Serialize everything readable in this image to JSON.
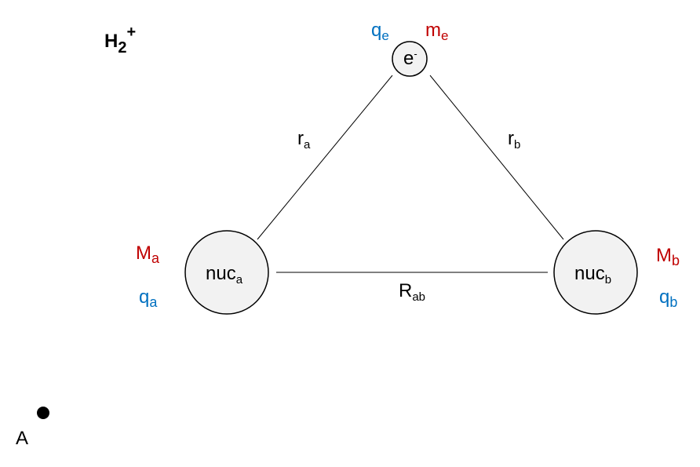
{
  "title": {
    "main": "H",
    "sub": "2",
    "sup": "+"
  },
  "colors": {
    "mass": "#c00000",
    "charge": "#0070c0",
    "text": "#000000",
    "node_fill": "#f2f2f2"
  },
  "electron": {
    "label": {
      "main": "e",
      "sup": "-"
    },
    "charge": {
      "main": "q",
      "sub": "e"
    },
    "mass": {
      "main": "m",
      "sub": "e"
    }
  },
  "nucleus_a": {
    "label": {
      "main": "nuc",
      "sub": "a"
    },
    "mass": {
      "main": "M",
      "sub": "a"
    },
    "charge": {
      "main": "q",
      "sub": "a"
    }
  },
  "nucleus_b": {
    "label": {
      "main": "nuc",
      "sub": "b"
    },
    "mass": {
      "main": "M",
      "sub": "b"
    },
    "charge": {
      "main": "q",
      "sub": "b"
    }
  },
  "distances": {
    "r_a": {
      "main": "r",
      "sub": "a"
    },
    "r_b": {
      "main": "r",
      "sub": "b"
    },
    "R_ab": {
      "main": "R",
      "sub": "ab"
    }
  },
  "origin": {
    "label": "A"
  }
}
